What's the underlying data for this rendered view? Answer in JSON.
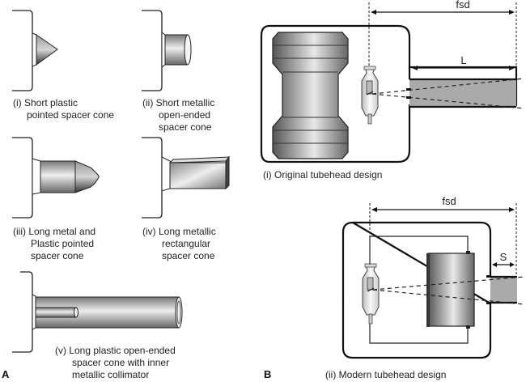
{
  "panel_a": {
    "letter": "A",
    "items": [
      {
        "id": "i",
        "lines": [
          "(i)  Short plastic",
          "pointed spacer cone"
        ]
      },
      {
        "id": "ii",
        "lines": [
          "(ii)  Short metallic",
          "open-ended",
          "spacer cone"
        ]
      },
      {
        "id": "iii",
        "lines": [
          "(iii)  Long metal and",
          "Plastic pointed",
          "spacer cone"
        ]
      },
      {
        "id": "iv",
        "lines": [
          "(iv)  Long metallic",
          "rectangular",
          "spacer cone"
        ]
      },
      {
        "id": "v",
        "lines": [
          "(v)  Long plastic open-ended",
          "spacer cone with inner",
          "metallic collimator"
        ]
      }
    ]
  },
  "panel_b": {
    "letter": "B",
    "original": {
      "caption": "(i) Original tubehead design",
      "fsd_label": "fsd",
      "length_label": "L"
    },
    "modern": {
      "caption": "(ii) Modern tubehead design",
      "fsd_label": "fsd",
      "length_label": "S"
    }
  },
  "colors": {
    "outline": "#111111",
    "cone_fill": "#aaaaaa",
    "metal_light": "#eeeeee",
    "metal_dark": "#555555"
  }
}
